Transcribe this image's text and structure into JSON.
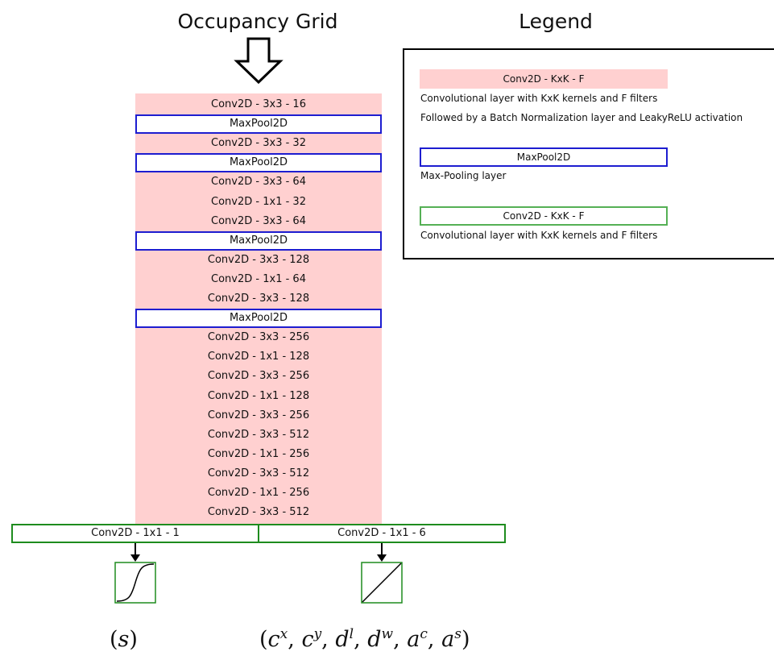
{
  "titles": {
    "input": "Occupancy Grid",
    "legend": "Legend"
  },
  "layers": [
    {
      "label": "Conv2D - 3x3 - 16",
      "kind": "conv"
    },
    {
      "label": "MaxPool2D",
      "kind": "pool"
    },
    {
      "label": "Conv2D - 3x3 - 32",
      "kind": "conv"
    },
    {
      "label": "MaxPool2D",
      "kind": "pool"
    },
    {
      "label": "Conv2D - 3x3 - 64",
      "kind": "conv"
    },
    {
      "label": "Conv2D - 1x1 - 32",
      "kind": "conv"
    },
    {
      "label": "Conv2D - 3x3 - 64",
      "kind": "conv"
    },
    {
      "label": "MaxPool2D",
      "kind": "pool"
    },
    {
      "label": "Conv2D - 3x3 - 128",
      "kind": "conv"
    },
    {
      "label": "Conv2D - 1x1 - 64",
      "kind": "conv"
    },
    {
      "label": "Conv2D - 3x3 - 128",
      "kind": "conv"
    },
    {
      "label": "MaxPool2D",
      "kind": "pool"
    },
    {
      "label": "Conv2D - 3x3 - 256",
      "kind": "conv"
    },
    {
      "label": "Conv2D - 1x1 - 128",
      "kind": "conv"
    },
    {
      "label": "Conv2D - 3x3 - 256",
      "kind": "conv"
    },
    {
      "label": "Conv2D - 1x1 - 128",
      "kind": "conv"
    },
    {
      "label": "Conv2D - 3x3 - 256",
      "kind": "conv"
    },
    {
      "label": "Conv2D - 3x3 - 512",
      "kind": "conv"
    },
    {
      "label": "Conv2D - 1x1 - 256",
      "kind": "conv"
    },
    {
      "label": "Conv2D - 3x3 - 512",
      "kind": "conv"
    },
    {
      "label": "Conv2D - 1x1 - 256",
      "kind": "conv"
    },
    {
      "label": "Conv2D - 3x3 - 512",
      "kind": "conv"
    }
  ],
  "heads": {
    "left": {
      "label": "Conv2D - 1x1 - 1",
      "activation": "sigmoid-icon",
      "output": {
        "open": "(",
        "symbol": "s",
        "close": ")"
      }
    },
    "right": {
      "label": "Conv2D - 1x1 - 6",
      "activation": "linear-icon",
      "output": [
        {
          "base": "c",
          "sup": "x"
        },
        {
          "base": "c",
          "sup": "y"
        },
        {
          "base": "d",
          "sup": "l"
        },
        {
          "base": "d",
          "sup": "w"
        },
        {
          "base": "a",
          "sup": "c"
        },
        {
          "base": "a",
          "sup": "s"
        }
      ]
    }
  },
  "legend": {
    "conv_label": "Conv2D - KxK - F",
    "conv_desc": "Convolutional layer with KxK kernels and F filters",
    "conv_desc2": "Followed by a Batch Normalization layer and LeakyReLU activation",
    "pool_label": "MaxPool2D",
    "pool_desc": "Max-Pooling layer",
    "head_label": "Conv2D - KxK - F",
    "head_desc": "Convolutional layer with KxK kernels and F filters"
  },
  "colors": {
    "conv_fill": "#ffd0d0",
    "pool_border": "#1d1dd0",
    "head_border": "#1e8c1e",
    "legend_head_border": "#55b055"
  }
}
